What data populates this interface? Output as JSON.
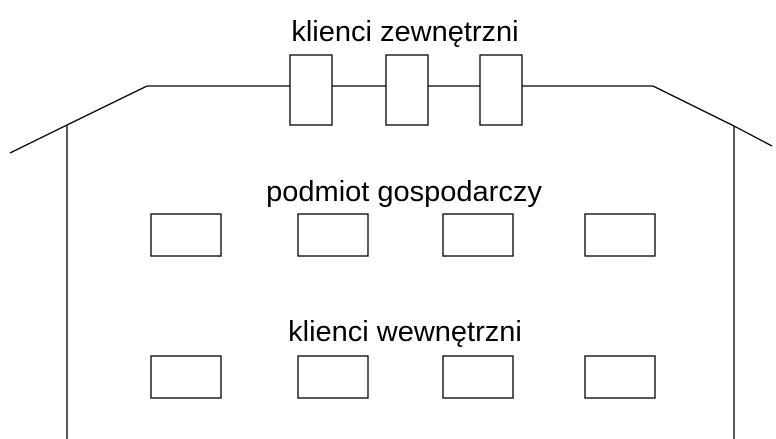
{
  "labels": {
    "external_clients": "klienci zewnętrzni",
    "business_entity": "podmiot gospodarczy",
    "internal_clients": "klienci wewnętrzni"
  },
  "colors": {
    "stroke": "#000000",
    "background": "#ffffff"
  }
}
